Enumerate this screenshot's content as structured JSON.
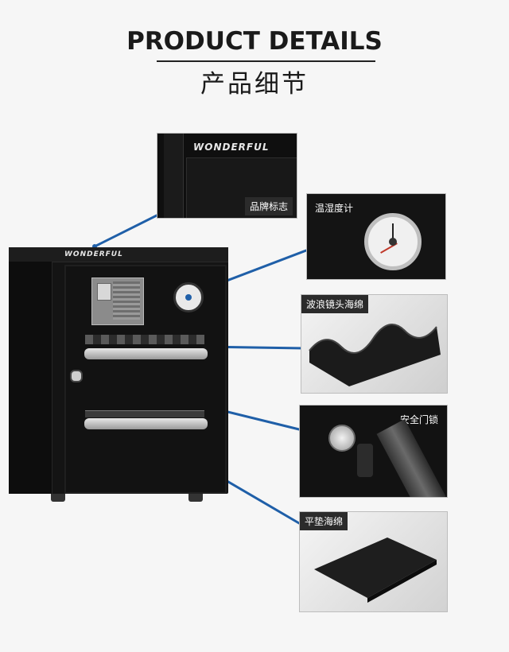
{
  "header": {
    "title": "PRODUCT  DETAILS",
    "subtitle": "产品细节"
  },
  "cabinet": {
    "brand": "WONDERFUL"
  },
  "panels": {
    "logo": {
      "label": "品牌标志",
      "brand": "WONDERFUL"
    },
    "hygrometer": {
      "label": "温湿度计"
    },
    "wave_sponge": {
      "label": "波浪镜头海绵"
    },
    "lock": {
      "label": "安全门锁"
    },
    "flat_sponge": {
      "label": "平垫海绵"
    }
  },
  "colors": {
    "connector": "#1f5fa8",
    "background": "#f6f6f6",
    "cabinet": "#141414"
  }
}
